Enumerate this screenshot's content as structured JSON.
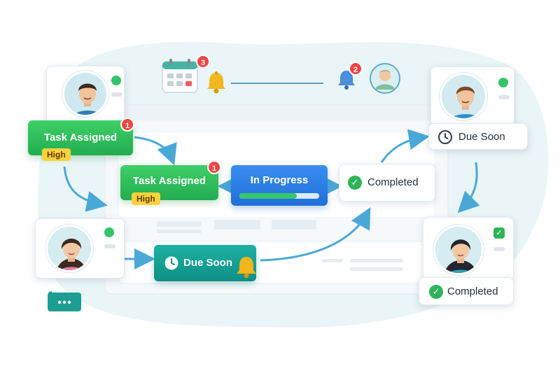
{
  "colors": {
    "green": "#2bbf58",
    "blue": "#2a7fe6",
    "teal": "#16a398",
    "yellow": "#ffd23c",
    "red": "#ef4444",
    "arrow": "#4aa8d8",
    "background_blob": "#e7f4f5"
  },
  "top_icons": {
    "calendar_icon": "calendar-icon",
    "calendar_badge": "3",
    "bell_icon": "bell-icon",
    "bell_badge": "2",
    "avatar": "user-avatar"
  },
  "users": {
    "user_top_left": {
      "avatar": "man-avatar",
      "status": "online"
    },
    "user_mid_left": {
      "avatar": "woman-avatar",
      "status": "online"
    },
    "user_top_right": {
      "avatar": "man-avatar",
      "status": "online"
    },
    "user_bottom_right": {
      "avatar": "woman-avatar",
      "status": "done"
    }
  },
  "tags": {
    "left_task_assigned": {
      "label": "Task Assigned",
      "priority": "High",
      "badge": "1"
    },
    "center_task_assigned": {
      "label": "Task Assigned",
      "priority": "High",
      "badge": "1"
    },
    "in_progress": {
      "label": "In Progress",
      "progress": 0.72
    },
    "completed_center": {
      "label": "Completed"
    },
    "due_soon_bottom": {
      "label": "Due Soon"
    },
    "due_soon_right": {
      "label": "Due Soon"
    },
    "completed_right": {
      "label": "Completed"
    }
  },
  "chat_icon": "chat-bubble-icon"
}
